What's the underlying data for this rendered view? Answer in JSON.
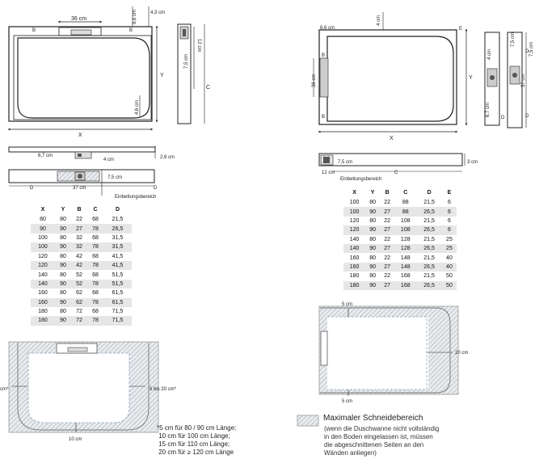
{
  "labels": {
    "B": "B",
    "C": "C",
    "D": "D",
    "X": "X",
    "Y": "Y",
    "cm36": "36 cm",
    "cm86": "8,6 cm",
    "cm43": "4,3 cm",
    "cm12": "12 cm",
    "cm75": "7,5 cm",
    "cm46": "4,6 cm",
    "cm67": "6,7 cm",
    "cm4": "4 cm",
    "cm26": "2,6 cm",
    "cm37": "37 cm",
    "cm3": "3 cm",
    "cm5": "5 cm",
    "cm20": "20 cm",
    "cm10": "10 cm",
    "cm_star": "cm*",
    "range_5_20": "5 bis 20 cm*",
    "einbettung": "Einbettungsbereich"
  },
  "table_left": {
    "headers": [
      "X",
      "Y",
      "B",
      "C",
      "D"
    ],
    "rows": [
      [
        "80",
        "80",
        "22",
        "68",
        "21,5"
      ],
      [
        "90",
        "90",
        "27",
        "78",
        "26,5"
      ],
      [
        "100",
        "80",
        "32",
        "68",
        "31,5"
      ],
      [
        "100",
        "90",
        "32",
        "78",
        "31,5"
      ],
      [
        "120",
        "80",
        "42",
        "68",
        "41,5"
      ],
      [
        "120",
        "90",
        "42",
        "78",
        "41,5"
      ],
      [
        "140",
        "80",
        "52",
        "68",
        "51,5"
      ],
      [
        "140",
        "90",
        "52",
        "78",
        "51,5"
      ],
      [
        "160",
        "80",
        "62",
        "68",
        "61,5"
      ],
      [
        "160",
        "90",
        "62",
        "78",
        "61,5"
      ],
      [
        "180",
        "80",
        "72",
        "68",
        "71,5"
      ],
      [
        "180",
        "90",
        "72",
        "78",
        "71,5"
      ]
    ]
  },
  "table_right": {
    "headers": [
      "X",
      "Y",
      "B",
      "C",
      "D",
      "E"
    ],
    "rows": [
      [
        "100",
        "80",
        "22",
        "88",
        "21,5",
        "6"
      ],
      [
        "100",
        "90",
        "27",
        "88",
        "26,5",
        "6"
      ],
      [
        "120",
        "80",
        "22",
        "108",
        "21,5",
        "6"
      ],
      [
        "120",
        "90",
        "27",
        "108",
        "26,5",
        "6"
      ],
      [
        "140",
        "80",
        "22",
        "128",
        "21,5",
        "25"
      ],
      [
        "140",
        "90",
        "27",
        "128",
        "26,5",
        "25"
      ],
      [
        "160",
        "80",
        "22",
        "148",
        "21,5",
        "40"
      ],
      [
        "160",
        "90",
        "27",
        "148",
        "26,5",
        "40"
      ],
      [
        "180",
        "80",
        "22",
        "168",
        "21,5",
        "50"
      ],
      [
        "180",
        "90",
        "27",
        "168",
        "26,5",
        "50"
      ]
    ]
  },
  "note_left": "*5 cm für 80 / 90 cm Länge;\n 10 cm für 100 cm Länge;\n 15 cm für 110 cm Länge;\n 20 cm für ≥ 120 cm Länge",
  "legend": {
    "title": "Maximaler Schneidebereich",
    "text": "(wenn die Duschwanne nicht vollständig\nin den Boden eingelassen ist, müssen\ndie abgeschnittenen Seiten an den\nWänden anliegen)"
  },
  "colors": {
    "line": "#222222",
    "hatch": "#9aa3ad",
    "row_alt": "#e6e6e6",
    "dash": "#8fa3b8"
  }
}
